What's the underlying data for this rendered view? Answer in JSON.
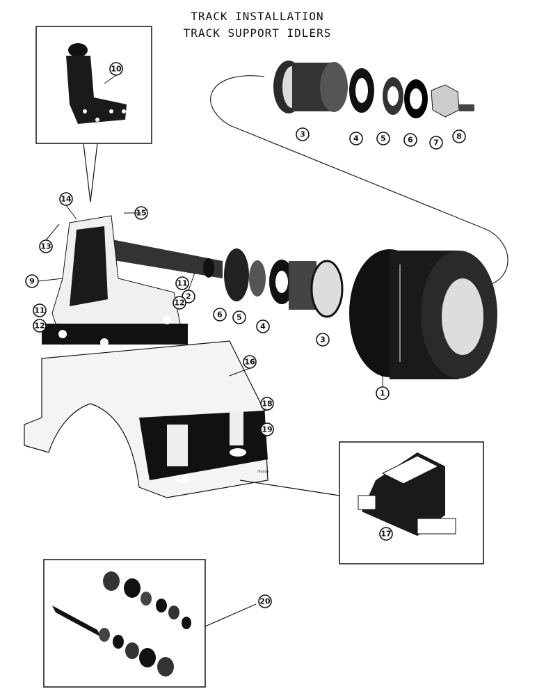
{
  "title_line1": "TRACK INSTALLATION",
  "title_line2": "TRACK SUPPORT IDLERS",
  "callouts": [
    "1",
    "2",
    "3",
    "3",
    "4",
    "4",
    "5",
    "5",
    "6",
    "6",
    "7",
    "8",
    "9",
    "10",
    "11",
    "11",
    "12",
    "12",
    "13",
    "14",
    "15",
    "16",
    "17",
    "18",
    "19",
    "20"
  ],
  "stamp": "Numer"
}
